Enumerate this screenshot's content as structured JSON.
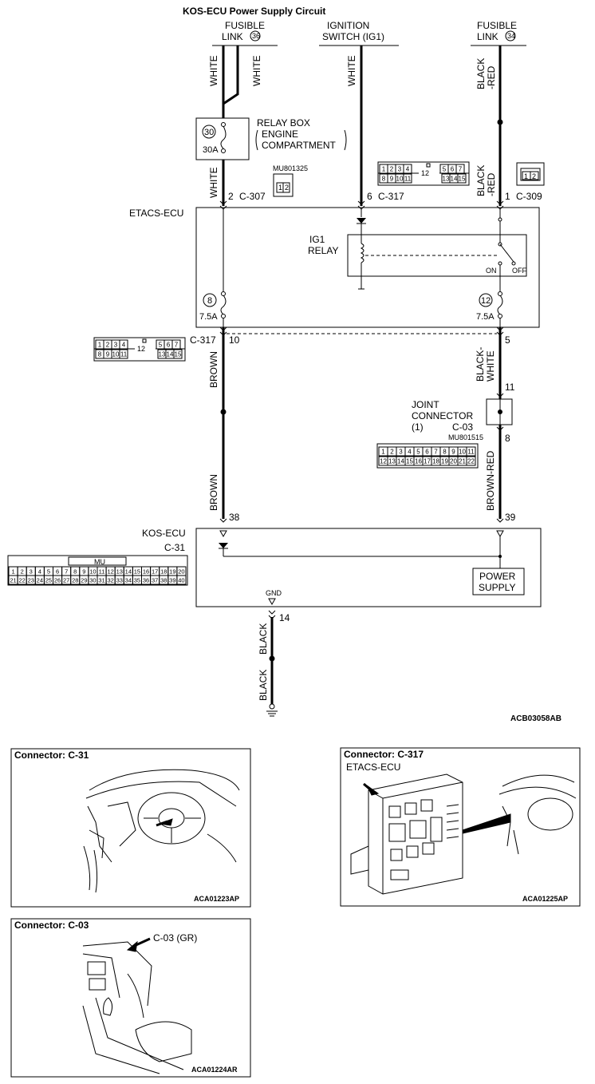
{
  "title": "KOS-ECU  Power Supply Circuit",
  "top_sources": {
    "fusible_link_36": {
      "line1": "FUSIBLE",
      "line2": "LINK",
      "num": "36"
    },
    "ignition": {
      "line1": "IGNITION",
      "line2": "SWITCH (IG1)"
    },
    "fusible_link_34": {
      "line1": "FUSIBLE",
      "line2": "LINK",
      "num": "34"
    }
  },
  "wire_colors": {
    "white": "WHITE",
    "black_red_a": "BLACK",
    "black_red_b": "-RED",
    "brown": "BROWN",
    "black_white_a": "BLACK-",
    "black_white_b": "WHITE",
    "brown_red": "BROWN-RED",
    "black": "BLACK"
  },
  "relay_box": {
    "fuse_num": "30",
    "fuse_rating": "30A",
    "line1": "RELAY BOX",
    "line2": "ENGINE",
    "line3": "COMPARTMENT"
  },
  "connectors": {
    "c307_pin": "2",
    "c307": "C-307",
    "c307_part": "MU801325",
    "c307_pins": [
      "1",
      "2"
    ],
    "c317_pin": "6",
    "c317": "C-317",
    "c309_pin": "1",
    "c309": "C-309",
    "c309_pins": [
      "1",
      "2"
    ],
    "c317_row1": [
      "1",
      "2",
      "3",
      "4",
      "",
      "",
      "5",
      "6",
      "7"
    ],
    "c317_row2": [
      "8",
      "9",
      "10",
      "11",
      "12",
      "13",
      "14",
      "15"
    ],
    "c317_center": "12",
    "c317_left_pin": "10",
    "c317_right_pin": "5",
    "c317_label": "C-317"
  },
  "etacs": {
    "label": "ETACS-ECU",
    "relay_line1": "IG1",
    "relay_line2": "RELAY",
    "on": "ON",
    "off": "OFF",
    "fuse8_num": "8",
    "fuse8_rating": "7.5A",
    "fuse12_num": "12",
    "fuse12_rating": "7.5A"
  },
  "joint": {
    "line1": "JOINT",
    "line2": "CONNECTOR",
    "line3": "(1)",
    "conn": "C-03",
    "part": "MU801515",
    "pin_top": "11",
    "pin_bottom": "8",
    "row1": [
      "1",
      "2",
      "3",
      "4",
      "5",
      "6",
      "7",
      "8",
      "9",
      "10",
      "11"
    ],
    "row2": [
      "12",
      "13",
      "14",
      "15",
      "16",
      "17",
      "18",
      "19",
      "20",
      "21",
      "22"
    ]
  },
  "kos": {
    "label": "KOS-ECU",
    "conn": "C-31",
    "pin38": "38",
    "pin39": "39",
    "pin14": "14",
    "gnd": "GND",
    "power1": "POWER",
    "power2": "SUPPLY",
    "conn_tag": "MU",
    "row1": [
      "1",
      "2",
      "3",
      "4",
      "5",
      "6",
      "7",
      "8",
      "9",
      "10",
      "11",
      "12",
      "13",
      "14",
      "15",
      "16",
      "17",
      "18",
      "19",
      "20"
    ],
    "row2": [
      "21",
      "22",
      "23",
      "24",
      "25",
      "26",
      "27",
      "28",
      "29",
      "30",
      "31",
      "32",
      "33",
      "34",
      "35",
      "36",
      "37",
      "38",
      "39",
      "40"
    ]
  },
  "figure_code": "ACB03058AB",
  "panels": {
    "c31": {
      "title": "Connector: C-31",
      "code": "ACA01223AP"
    },
    "c317": {
      "title": "Connector: C-317",
      "sub": "ETACS-ECU",
      "code": "ACA01225AP"
    },
    "c03": {
      "title": "Connector: C-03",
      "callout": "C-03 (GR)",
      "code": "ACA01224AR"
    }
  }
}
